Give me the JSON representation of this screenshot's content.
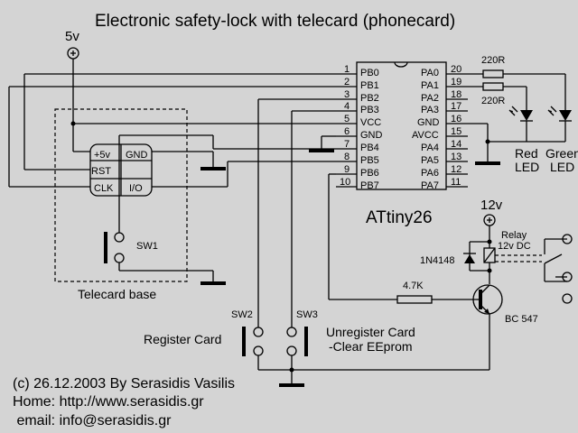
{
  "title": "Electronic safety-lock with telecard (phonecard)",
  "supplies": {
    "v5": "5v",
    "v12": "12v"
  },
  "chip": {
    "name": "ATtiny26",
    "left_pins": [
      {
        "num": "1",
        "label": "PB0"
      },
      {
        "num": "2",
        "label": "PB1"
      },
      {
        "num": "3",
        "label": "PB2"
      },
      {
        "num": "4",
        "label": "PB3"
      },
      {
        "num": "5",
        "label": "VCC"
      },
      {
        "num": "6",
        "label": "GND"
      },
      {
        "num": "7",
        "label": "PB4"
      },
      {
        "num": "8",
        "label": "PB5"
      },
      {
        "num": "9",
        "label": "PB6"
      },
      {
        "num": "10",
        "label": "PB7"
      }
    ],
    "right_pins": [
      {
        "num": "20",
        "label": "PA0"
      },
      {
        "num": "19",
        "label": "PA1"
      },
      {
        "num": "18",
        "label": "PA2"
      },
      {
        "num": "17",
        "label": "PA3"
      },
      {
        "num": "16",
        "label": "GND"
      },
      {
        "num": "15",
        "label": "AVCC"
      },
      {
        "num": "14",
        "label": "PA4"
      },
      {
        "num": "13",
        "label": "PA5"
      },
      {
        "num": "12",
        "label": "PA6"
      },
      {
        "num": "11",
        "label": "PA7"
      }
    ]
  },
  "card": {
    "plus5": "+5v",
    "gnd": "GND",
    "rst": "RST",
    "clk": "CLK",
    "io": "I/O"
  },
  "telecard_base": "Telecard base",
  "sw1": "SW1",
  "sw2": "SW2",
  "sw3": "SW3",
  "register_card": "Register Card",
  "unregister_card": [
    "Unregister Card",
    "-Clear EEprom"
  ],
  "resistors": {
    "r1": "220R",
    "r2": "220R",
    "r3": "4.7K"
  },
  "leds": {
    "red": [
      "Red",
      "LED"
    ],
    "green": [
      "Green",
      "LED"
    ]
  },
  "diode": "1N4148",
  "relay": [
    "Relay",
    "12v DC"
  ],
  "transistor": "BC 547",
  "credits": [
    "(c) 26.12.2003 By Serasidis Vasilis",
    "Home: http://www.serasidis.gr",
    " email: info@serasidis.gr"
  ]
}
